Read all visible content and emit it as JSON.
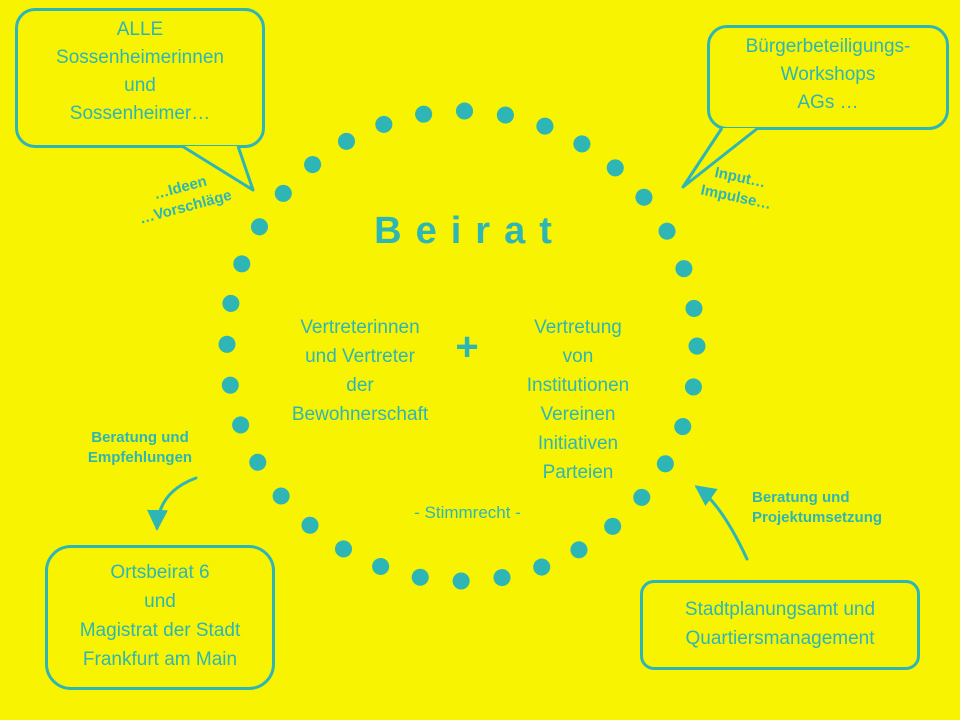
{
  "colors": {
    "background": "#f8f300",
    "accent": "#2eb6b6"
  },
  "center": {
    "title": "Beirat",
    "left_group": {
      "lines": [
        "Vertreterinnen",
        "und Vertreter",
        "der",
        "Bewohnerschaft"
      ]
    },
    "plus": "+",
    "right_group": {
      "lines": [
        "Vertretung",
        "von",
        "Institutionen",
        "Vereinen",
        "Initiativen",
        "Parteien"
      ]
    },
    "footnote": "- Stimmrecht -"
  },
  "callouts": {
    "top_left": {
      "lines": [
        "ALLE",
        "Sossenheimerinnen",
        "und",
        "Sossenheimer…"
      ]
    },
    "top_right": {
      "lines": [
        "Bürgerbeteiligungs-",
        "Workshops",
        "AGs …"
      ]
    },
    "bottom_left": {
      "lines": [
        "Ortsbeirat 6",
        "und",
        "Magistrat der Stadt",
        "Frankfurt am Main"
      ]
    },
    "bottom_right": {
      "lines": [
        "Stadtplanungsamt und",
        "Quartiersmanagement"
      ]
    }
  },
  "labels": {
    "ideas": {
      "lines": [
        "…Ideen",
        "…Vorschläge"
      ]
    },
    "input": {
      "lines": [
        "Input…",
        "Impulse…"
      ]
    },
    "advice_left": {
      "lines": [
        "Beratung und",
        "Empfehlungen"
      ]
    },
    "advice_right": {
      "lines": [
        "Beratung und",
        "Projektumsetzung"
      ]
    }
  }
}
